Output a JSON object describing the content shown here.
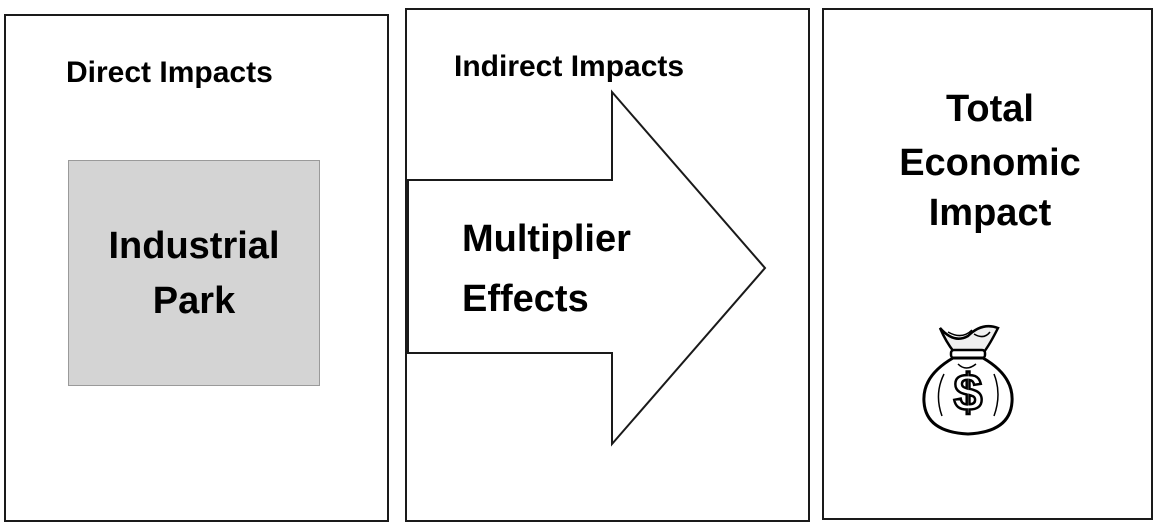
{
  "direct": {
    "heading": "Direct Impacts",
    "box_line1": "Industrial",
    "box_line2": "Park"
  },
  "indirect": {
    "heading": "Indirect Impacts",
    "arrow_line1": "Multiplier",
    "arrow_line2": "Effects"
  },
  "total": {
    "line1": "Total",
    "line2": "Economic",
    "line3": "Impact",
    "icon": "money-bag-dollar-icon"
  },
  "colors": {
    "box_fill": "#d4d4d4",
    "border": "#1a1a1a"
  }
}
